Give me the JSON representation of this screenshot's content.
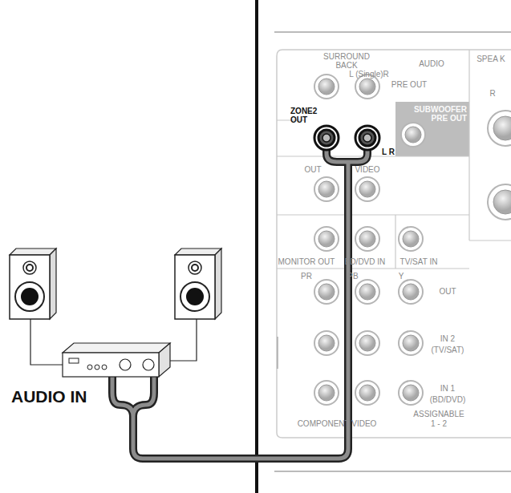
{
  "diagram": {
    "nodes": [
      {
        "text": [
          "SUBWOOFER PRE OUT"
        ]
      }
    ],
    "labels": [
      "SURROUND BACK",
      "L (Single)R",
      "AUDIO",
      "SPEA K",
      "PRE OUT",
      "R",
      "ZONE2 OUT",
      "L R",
      "OUT",
      "VIDEO",
      "MONITOR OUT",
      "BD/DVD IN",
      "TV/SAT IN",
      "PR",
      "PB",
      "Y",
      "OUT",
      "IN 2",
      "(TV/SAT)",
      "IN 1",
      "(BD/DVD)",
      "COMPONENT VIDEO",
      "ASSIGNABLE",
      "1 - 2",
      "AUDIO IN"
    ]
  }
}
